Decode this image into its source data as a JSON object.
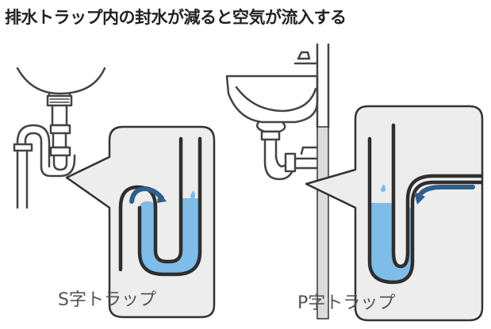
{
  "title": "排水トラップ内の封水が減ると空気が流入する",
  "panels": [
    {
      "label": "S字トラップ"
    },
    {
      "label": "P字トラップ"
    }
  ],
  "colors": {
    "water": "#7fbce8",
    "arrow": "#2f5f8a",
    "panel_bg": "#ededed",
    "outline": "#333333",
    "pipe": "#3a3a3a"
  }
}
